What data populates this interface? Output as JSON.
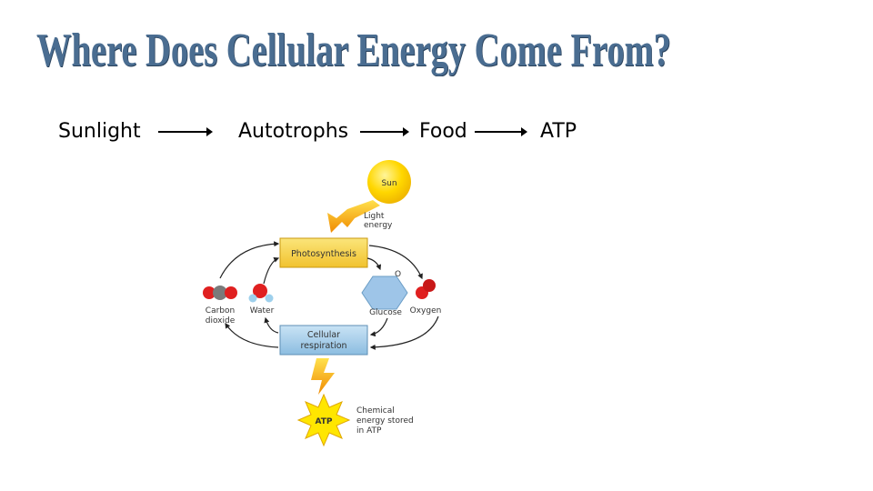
{
  "title": "Where Does Cellular Energy Come From?",
  "flow": [
    "Sunlight",
    "Autotrophs",
    "Food",
    "ATP"
  ],
  "diagram": {
    "sun": "Sun",
    "light_energy": [
      "Light",
      "energy"
    ],
    "photosynthesis": "Photosynthesis",
    "cellular_respiration": [
      "Cellular",
      "respiration"
    ],
    "carbon_dioxide": [
      "Carbon",
      "dioxide"
    ],
    "water": "Water",
    "glucose": "Glucose",
    "oxygen": "Oxygen",
    "glucose_o_label": "O",
    "atp": "ATP",
    "chemical_energy": [
      "Chemical",
      "energy stored",
      "in ATP"
    ]
  },
  "colors": {
    "title": "#4a6d91",
    "sun": "#ffd700",
    "photosynthesis_box": "#f4d240",
    "respiration_box": "#a8cfe8",
    "glucose": "#9ec5e8"
  }
}
